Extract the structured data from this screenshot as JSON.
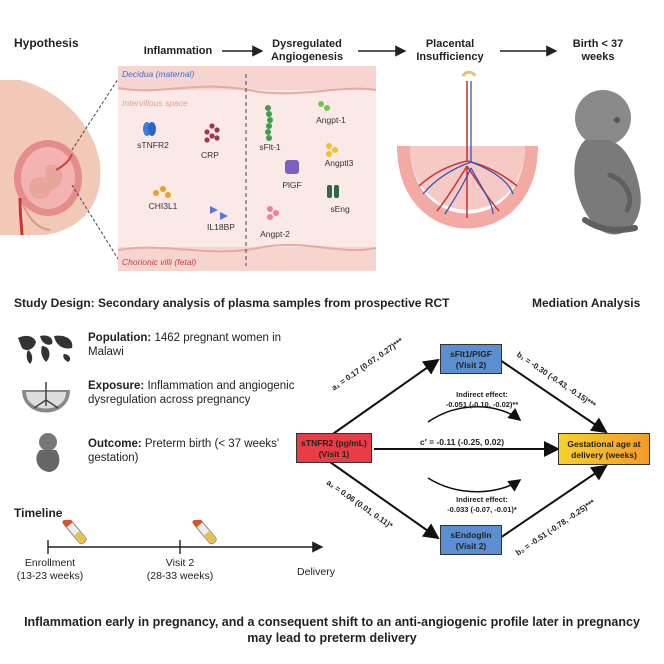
{
  "hypothesis": {
    "title": "Hypothesis",
    "flow": [
      "Inflammation",
      "Dysregulated Angiogenesis",
      "Placental Insufficiency",
      "Birth < 37 weeks"
    ],
    "panel": {
      "decidua": "Decidua (maternal)",
      "intervillous": "Intervillous space",
      "chorionic": "Chorionic villi (fetal)",
      "inflammation_markers": [
        "sTNFR2",
        "CRP",
        "CHI3L1",
        "IL18BP"
      ],
      "angiogenic_markers": [
        "sFlt-1",
        "Angpt-1",
        "Angptl3",
        "PlGF",
        "sEng",
        "Angpt-2"
      ]
    }
  },
  "design": {
    "title": "Study Design: Secondary analysis of plasma samples from prospective RCT",
    "population_label": "Population:",
    "population_text": " 1462 pregnant women in Malawi",
    "exposure_label": "Exposure:",
    "exposure_text": " Inflammation and angiogenic dysregulation across pregnancy",
    "outcome_label": "Outcome:",
    "outcome_text": " Preterm birth (< 37 weeks' gestation)"
  },
  "timeline": {
    "title": "Timeline",
    "enrollment": "Enrollment",
    "enrollment_range": "(13-23 weeks)",
    "visit2": "Visit 2",
    "visit2_range": "(28-33 weeks)",
    "delivery": "Delivery"
  },
  "mediation": {
    "title": "Mediation Analysis",
    "exposure_box": [
      "sTNFR2 (pg/mL)",
      "(Visit 1)"
    ],
    "mediator1_box": [
      "sFlt1/PlGF",
      "(Visit 2)"
    ],
    "mediator2_box": [
      "sEndoglin",
      "(Visit 2)"
    ],
    "outcome_box": [
      "Gestational age at",
      "delivery (weeks)"
    ],
    "a1": "a₁ = 0.17 (0.07, 0.27)***",
    "b1": "b₁ = -0.30 (-0.43, -0.15)***",
    "a2": "a₂ = 0.06 (0.01, 0.11)*",
    "b2": "b₂ = -0.51 (-0.78, -0.25)***",
    "direct": "c′ = -0.11 (-0.25, 0.02)",
    "indirect1_title": "Indirect effect:",
    "indirect1_value": "-0.051 (-0.10, -0.02)**",
    "indirect2_title": "Indirect effect:",
    "indirect2_value": "-0.033 (-0.07, -0.01)*",
    "colors": {
      "box_blue": "#5b8fd1",
      "box_red": "#e83c46",
      "box_yellow": "#f7d02a"
    }
  },
  "conclusion": {
    "line1": "Inflammation early in pregnancy, and a consequent shift to an anti-angiogenic profile later in pregnancy",
    "line2": "may lead to preterm delivery"
  }
}
